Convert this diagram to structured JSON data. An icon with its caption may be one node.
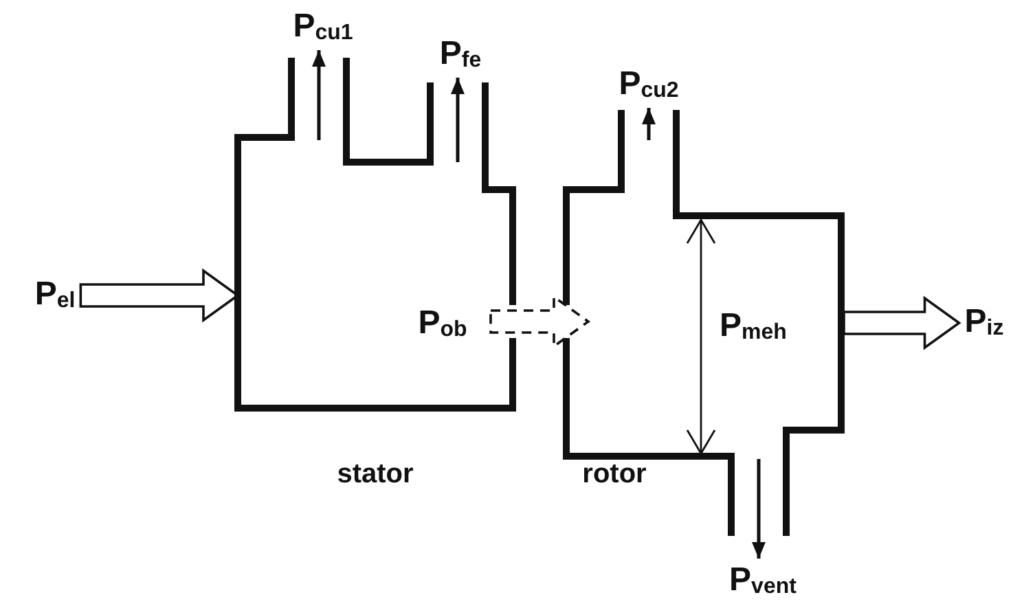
{
  "diagram": {
    "nodes": [
      {
        "text": [
          "stator"
        ]
      },
      {
        "text": [
          "rotor"
        ]
      },
      {
        "text": [
          "P$_{el}$"
        ]
      },
      {
        "text": [
          "P$_{cu1}$"
        ]
      },
      {
        "text": [
          "P$_{fe}$"
        ]
      },
      {
        "text": [
          "P$_{cu2}$"
        ]
      },
      {
        "text": [
          "P$_{iz}$"
        ]
      },
      {
        "text": [
          "P$_{vent}$"
        ]
      }
    ],
    "edges": [
      {
        "from": 2,
        "to": 0,
        "arrow": "to",
        "style": "thick"
      },
      {
        "from": 0,
        "to": 3,
        "arrow": "to"
      },
      {
        "from": 0,
        "to": 4,
        "arrow": "to"
      },
      {
        "from": 0,
        "to": 1,
        "arrow": "to",
        "style": "dashed",
        "label": "P$_{ob}$"
      },
      {
        "from": 1,
        "to": 5,
        "arrow": "to"
      },
      {
        "from": 1,
        "to": 6,
        "arrow": "to",
        "style": "thick"
      },
      {
        "from": 1,
        "to": 7,
        "arrow": "to"
      }
    ],
    "labels": [
      "P$_{meh}$"
    ]
  }
}
